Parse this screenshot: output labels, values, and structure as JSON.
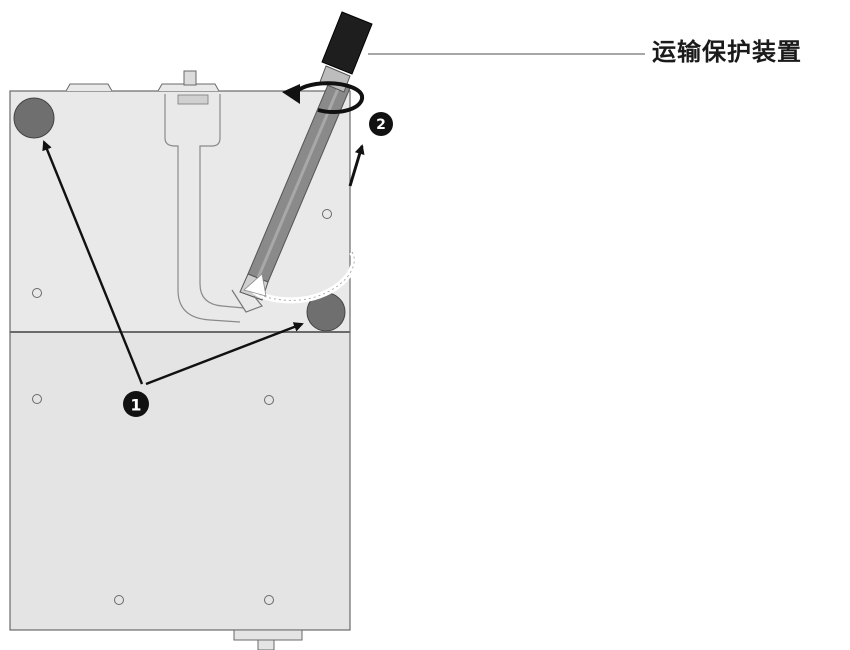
{
  "callout": {
    "label": "运输保护装置"
  },
  "markers": {
    "step1": "1",
    "step2": "2"
  },
  "colors": {
    "panel_fill": "#e9e9e9",
    "panel_stroke": "#6a6a6a",
    "foot_fill": "#6f6f6f",
    "bolt_fill": "#8a8a8a",
    "knob_fill": "#1e1e1e",
    "arrow_color": "#111111",
    "rotation_arrow_white": "#ffffff"
  }
}
